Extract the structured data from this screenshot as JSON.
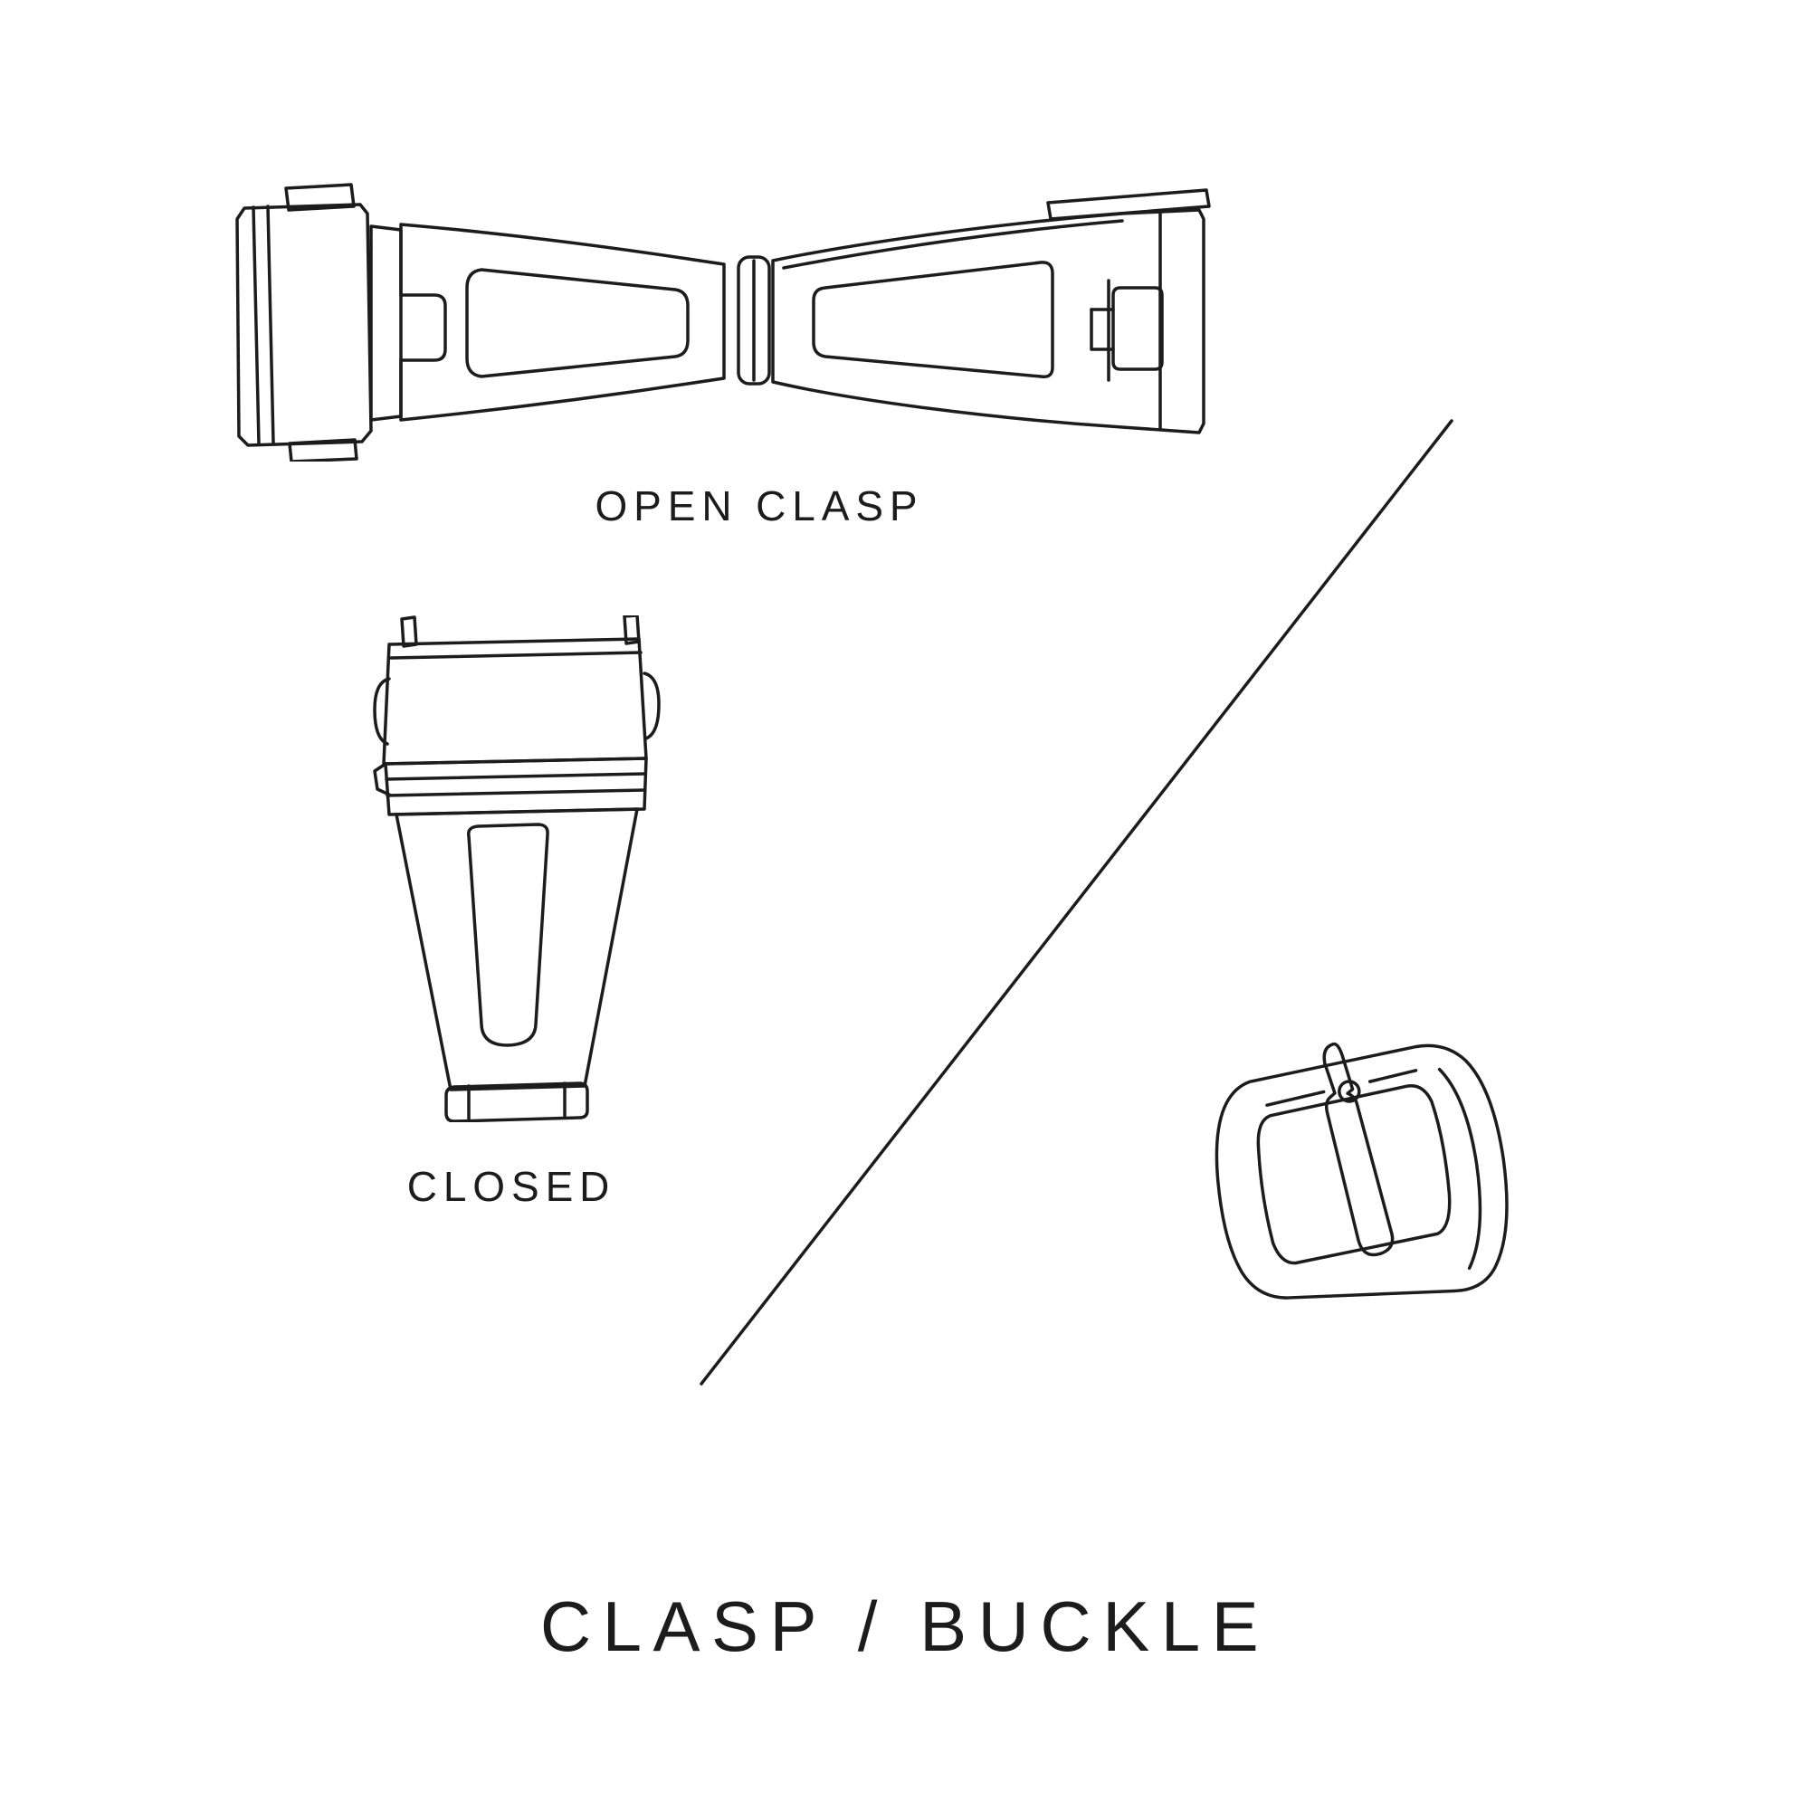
{
  "palette": {
    "background": "#ffffff",
    "line": "#1c1c1c"
  },
  "title": "CLASP / BUCKLE",
  "figures": {
    "open_clasp": {
      "label": "OPEN CLASP",
      "illustration": "open-deployant-clasp-line-drawing"
    },
    "closed_clasp": {
      "label": "CLOSED",
      "illustration": "closed-clasp-top-view-line-drawing"
    },
    "buckle": {
      "illustration": "tang-buckle-line-drawing"
    }
  },
  "divider": {
    "type": "diagonal-line"
  }
}
